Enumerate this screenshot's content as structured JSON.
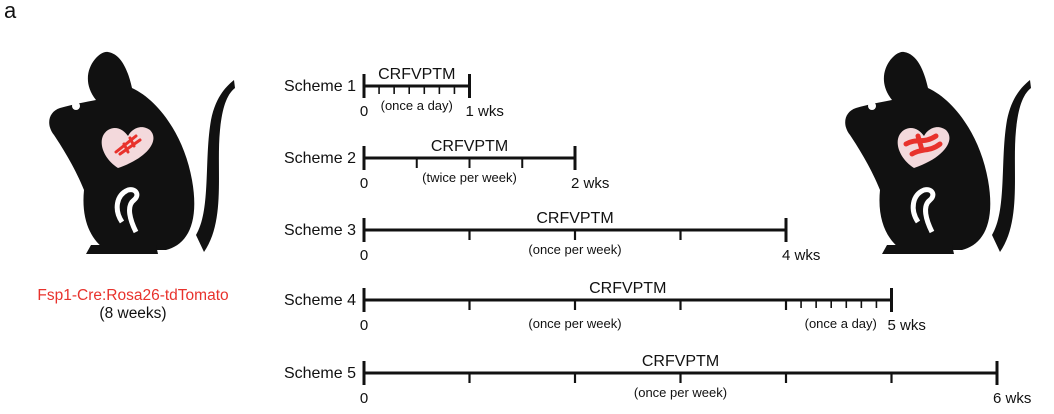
{
  "panel_label": "a",
  "mouse_caption": {
    "line1": "Fsp1-Cre:Rosa26-tdTomato",
    "line2": "(8 weeks)"
  },
  "colors": {
    "mouse": "#111111",
    "heart": "#f3d9dc",
    "tdtomato": "#e8322c"
  },
  "schemes": [
    {
      "label": "Scheme 1",
      "drug": "CRFVPTM",
      "start": "0",
      "end": "1 wks",
      "weeks": 1,
      "frequency": "(once a day)",
      "daily_weeks": 1,
      "weekly_weeks": 0,
      "biweekly": false
    },
    {
      "label": "Scheme 2",
      "drug": "CRFVPTM",
      "start": "0",
      "end": "2 wks",
      "weeks": 2,
      "frequency": "(twice per week)",
      "daily_weeks": 0,
      "weekly_weeks": 0,
      "biweekly": true
    },
    {
      "label": "Scheme 3",
      "drug": "CRFVPTM",
      "start": "0",
      "end": "4 wks",
      "weeks": 4,
      "frequency": "(once per week)",
      "daily_weeks": 0,
      "weekly_weeks": 4,
      "biweekly": false
    },
    {
      "label": "Scheme 4",
      "drug": "CRFVPTM",
      "start": "0",
      "end": "5  wks",
      "weeks": 5,
      "frequency": "(once per week)",
      "frequency2": "(once a day)",
      "daily_weeks": 1,
      "weekly_weeks": 4,
      "biweekly": false
    },
    {
      "label": "Scheme 5",
      "drug": "CRFVPTM",
      "start": "0",
      "end": "6 wks",
      "weeks": 6,
      "frequency": "(once per week)",
      "daily_weeks": 0,
      "weekly_weeks": 6,
      "biweekly": false
    }
  ]
}
